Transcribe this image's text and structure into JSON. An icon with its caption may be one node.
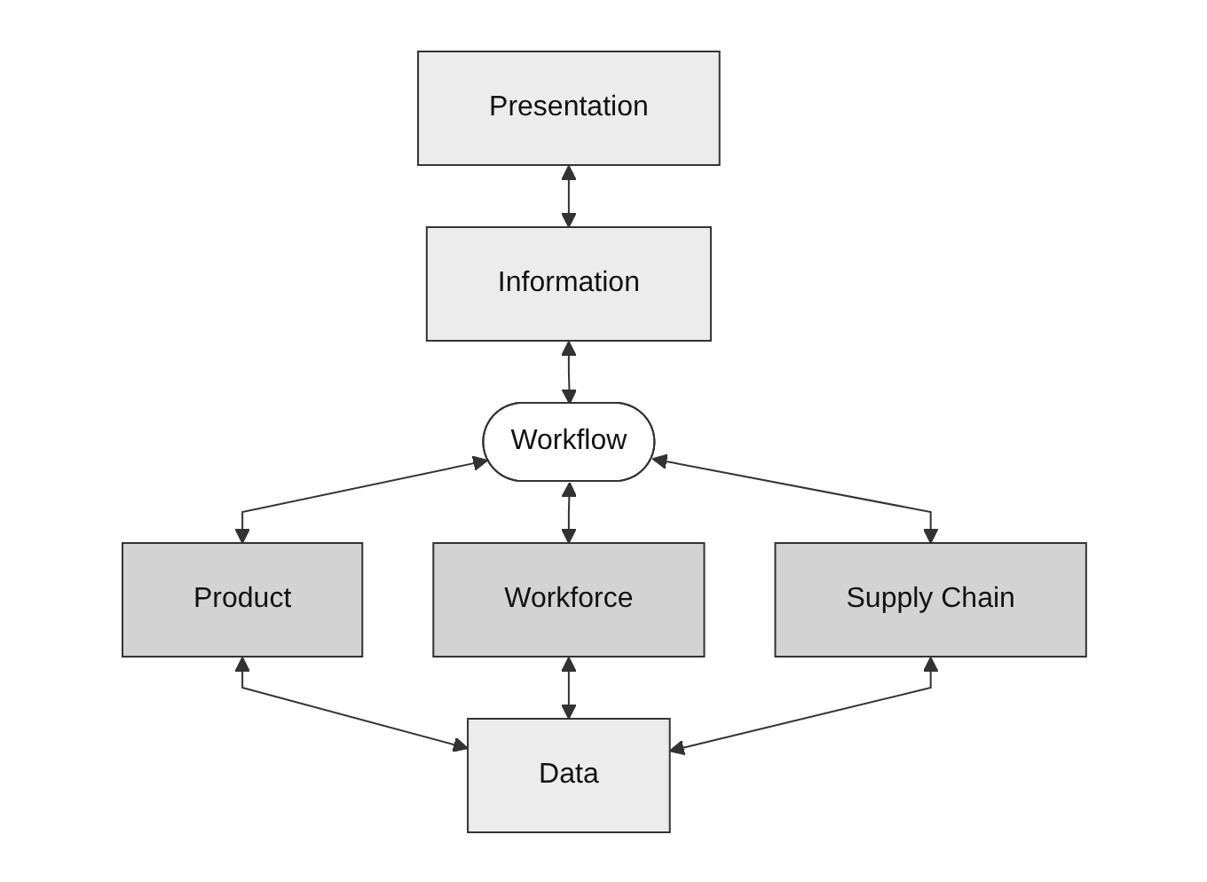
{
  "diagram": {
    "nodes": [
      {
        "text": [
          "Presentation"
        ]
      },
      {
        "text": [
          "Information"
        ]
      },
      {
        "text": [
          "Workflow"
        ]
      },
      {
        "text": [
          "Product"
        ]
      },
      {
        "text": [
          "Workforce"
        ]
      },
      {
        "text": [
          "Supply Chain"
        ]
      },
      {
        "text": [
          "Data"
        ]
      }
    ],
    "edges": [
      {
        "from": 0,
        "to": 1,
        "arrow": "both"
      },
      {
        "from": 1,
        "to": 2,
        "arrow": "both"
      },
      {
        "from": 2,
        "to": 3,
        "arrow": "both"
      },
      {
        "from": 2,
        "to": 4,
        "arrow": "both"
      },
      {
        "from": 2,
        "to": 5,
        "arrow": "both"
      },
      {
        "from": 3,
        "to": 6,
        "arrow": "both"
      },
      {
        "from": 4,
        "to": 6,
        "arrow": "both"
      },
      {
        "from": 5,
        "to": 6,
        "arrow": "both"
      }
    ]
  }
}
